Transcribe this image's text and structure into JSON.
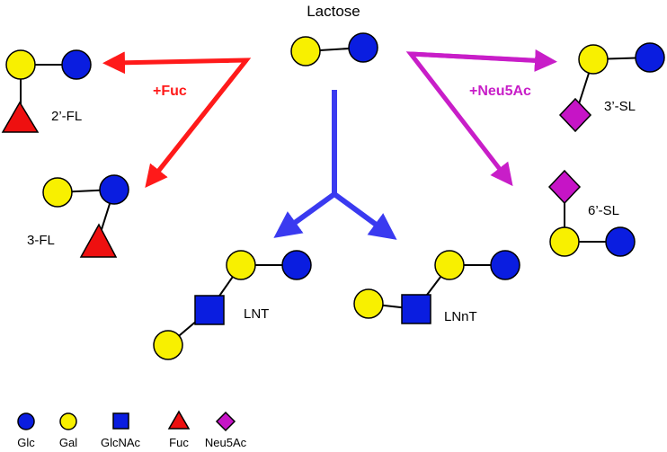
{
  "title": "Lactose",
  "colors": {
    "glc": "#0a1de0",
    "gal": "#f8f000",
    "glcnac": "#0a1de0",
    "fuc": "#ee1010",
    "neu5ac": "#c614c6",
    "arrow_fuc": "#ff1a1a",
    "arrow_neu5ac": "#c81ec8",
    "arrow_lnt": "#3a3af0"
  },
  "operations": {
    "fuc": "+Fuc",
    "neu5ac": "+Neu5Ac"
  },
  "products": {
    "fl2": "2’-FL",
    "fl3": "3-FL",
    "sl3": "3’-SL",
    "sl6": "6’-SL",
    "lnt": "LNT",
    "lnnt": "LNnT"
  },
  "legend": {
    "glc": "Glc",
    "gal": "Gal",
    "glcnac": "GlcNAc",
    "fuc": "Fuc",
    "neu5ac": "Neu5Ac"
  }
}
